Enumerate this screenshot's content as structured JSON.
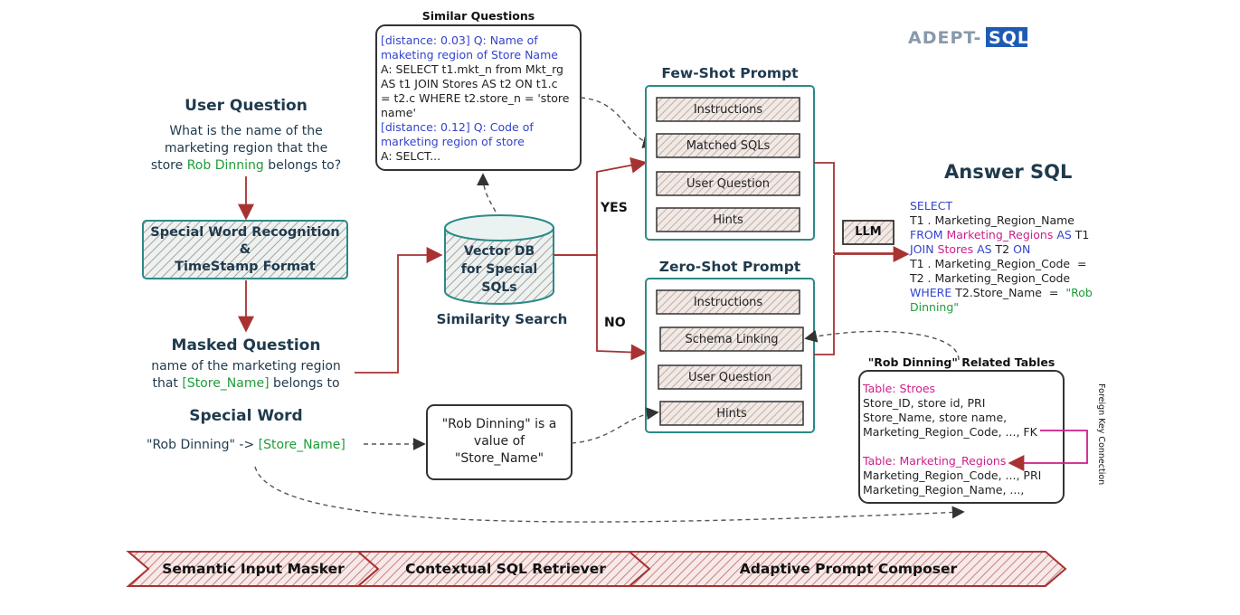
{
  "logo": {
    "part1": "ADEPT-",
    "part2": "SQL"
  },
  "user_question": {
    "title": "User Question",
    "line1": "What is the name of the",
    "line2": "marketing region that the",
    "line3_pre": "store ",
    "line3_entity": "Rob Dinning",
    "line3_post": " belongs to?"
  },
  "recognition_box": {
    "line1": "Special Word Recognition",
    "line2": "&",
    "line3": "TimeStamp Format"
  },
  "masked_question": {
    "title": "Masked Question",
    "line1": "name of the marketing region",
    "line2_pre": "that ",
    "line2_token": "[Store_Name]",
    "line2_post": " belongs to"
  },
  "special_word": {
    "title": "Special Word",
    "mapping_pre": "\"Rob Dinning\" -> ",
    "mapping_token": "[Store_Name]"
  },
  "value_note": {
    "line1": "\"Rob Dinning\" is a",
    "line2": "value of",
    "line3": "\"Store_Name\""
  },
  "similar_questions": {
    "title": "Similar Questions",
    "lines": [
      {
        "text": "[distance: 0.03] Q: Name of",
        "color": "#3344cc"
      },
      {
        "text": "maketing region of Store Name",
        "color": "#3344cc"
      },
      {
        "text": "A: SELECT t1.mkt_n from Mkt_rg",
        "color": "#222222"
      },
      {
        "text": "AS t1 JOIN Stores AS t2 ON t1.c",
        "color": "#222222"
      },
      {
        "text": "= t2.c WHERE t2.store_n = 'store",
        "color": "#222222"
      },
      {
        "text": "name'",
        "color": "#222222"
      },
      {
        "text": "[distance: 0.12]  Q: Code of",
        "color": "#3344cc"
      },
      {
        "text": "marketing region of store",
        "color": "#3344cc"
      },
      {
        "text": "A: SELCT...",
        "color": "#222222"
      }
    ]
  },
  "vector_db": {
    "line1": "Vector DB",
    "line2": "for Special",
    "line3": "SQLs",
    "caption": "Similarity Search"
  },
  "branch": {
    "yes": "YES",
    "no": "NO"
  },
  "few_shot": {
    "title": "Few-Shot Prompt",
    "items": [
      "Instructions",
      "Matched SQLs",
      "User Question",
      "Hints"
    ]
  },
  "zero_shot": {
    "title": "Zero-Shot Prompt",
    "items": [
      "Instructions",
      "Schema Linking",
      "User Question",
      "Hints"
    ]
  },
  "llm": {
    "label": "LLM"
  },
  "answer": {
    "title": "Answer SQL",
    "lines": [
      [
        {
          "t": "SELECT",
          "c": "#3344cc"
        }
      ],
      [
        {
          "t": "T1 . Marketing_Region_Name",
          "c": "#222222"
        }
      ],
      [
        {
          "t": "FROM ",
          "c": "#3344cc"
        },
        {
          "t": "Marketing_Regions ",
          "c": "#cc1f8a"
        },
        {
          "t": "AS ",
          "c": "#3344cc"
        },
        {
          "t": "T1",
          "c": "#222222"
        }
      ],
      [
        {
          "t": "JOIN ",
          "c": "#3344cc"
        },
        {
          "t": "Stores ",
          "c": "#cc1f8a"
        },
        {
          "t": "AS ",
          "c": "#3344cc"
        },
        {
          "t": "T2 ",
          "c": "#222222"
        },
        {
          "t": "ON",
          "c": "#3344cc"
        }
      ],
      [
        {
          "t": "T1 . Marketing_Region_Code  =",
          "c": "#222222"
        }
      ],
      [
        {
          "t": "T2 . Marketing_Region_Code",
          "c": "#222222"
        }
      ],
      [
        {
          "t": "WHERE ",
          "c": "#3344cc"
        },
        {
          "t": "T2.Store_Name  =  ",
          "c": "#222222"
        },
        {
          "t": "\"Rob",
          "c": "#1f9c3a"
        }
      ],
      [
        {
          "t": "Dinning\"",
          "c": "#1f9c3a"
        }
      ]
    ]
  },
  "related_tables": {
    "title": "\"Rob Dinning\" Related Tables",
    "lines": [
      {
        "text": "Table: Stroes",
        "color": "#cc1f8a"
      },
      {
        "text": "Store_ID, store id,  PRI",
        "color": "#222222"
      },
      {
        "text": "Store_Name, store name,",
        "color": "#222222"
      },
      {
        "text": "Marketing_Region_Code, ..., FK",
        "color": "#222222"
      },
      {
        "text": "",
        "color": "#222222"
      },
      {
        "text": "Table: Marketing_Regions",
        "color": "#cc1f8a"
      },
      {
        "text": "Marketing_Region_Code, ...,  PRI",
        "color": "#222222"
      },
      {
        "text": "Marketing_Region_Name, ...,",
        "color": "#222222"
      }
    ],
    "side_label": "Foreign Key Connection"
  },
  "pipeline": {
    "stages": [
      "Semantic Input Masker",
      "Contextual SQL Retriever",
      "Adaptive Prompt Composer"
    ]
  },
  "colors": {
    "dark": "#1f3a4d",
    "teal": "#2b8a86",
    "red": "#a83232",
    "green": "#1f9c3a",
    "blue": "#3344cc",
    "pink": "#cc1f8a"
  }
}
